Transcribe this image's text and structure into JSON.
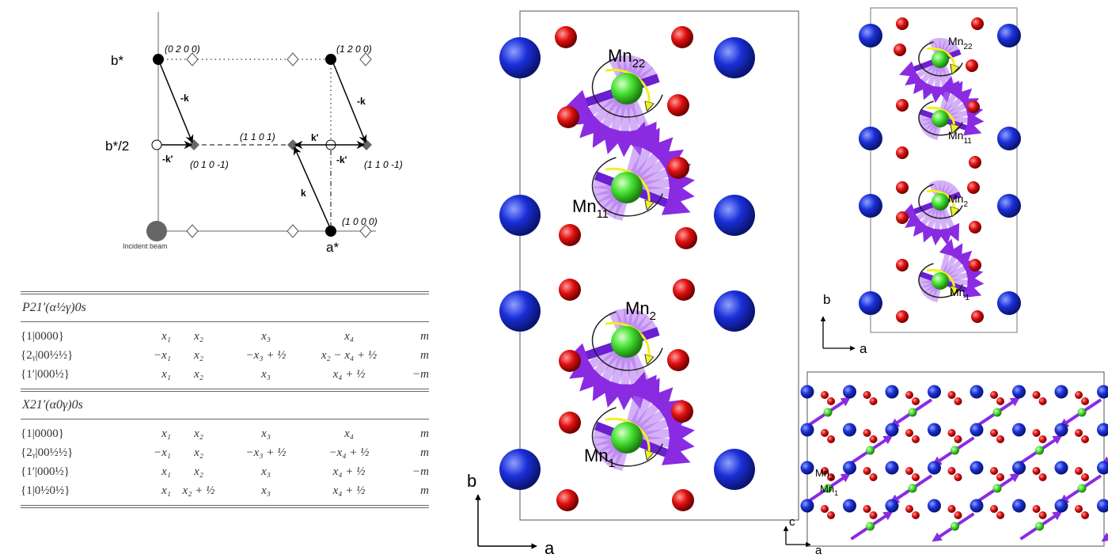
{
  "reciprocal_diagram": {
    "axis_labels": {
      "b_star": "b*",
      "b_star_half": "b*/2",
      "a_star": "a*"
    },
    "reflections": {
      "r0200": "(0 2 0 0)",
      "r1200": "(1 2 0 0)",
      "r1101": "(1 1 0 1)",
      "r010m1": "(0 1 0 -1)",
      "r110m1": "(1 1 0 -1)",
      "r1000": "(1 0 0 0)"
    },
    "vectors": {
      "minus_k": "-k",
      "k": "k",
      "k_prime": "k'",
      "minus_k_prime": "-k'"
    },
    "incident_beam": "Incident beam"
  },
  "table": {
    "groups": [
      {
        "title": "P21′(α½γ)0s",
        "rows": [
          [
            "{1|0000}",
            "x₁",
            "x₂",
            "x₃",
            "x₄",
            "m"
          ],
          [
            "{2ᵧ|00½½}",
            "−x₁",
            "x₂",
            "−x₃ + ½",
            "x₂ − x₄ + ½",
            "m"
          ],
          [
            "{1′|000½}",
            "x₁",
            "x₂",
            "x₃",
            "x₄ + ½",
            "−m"
          ]
        ]
      },
      {
        "title": "X21′(α0γ)0s",
        "rows": [
          [
            "{1|0000}",
            "x₁",
            "x₂",
            "x₃",
            "x₄",
            "m"
          ],
          [
            "{2ᵧ|00½½}",
            "−x₁",
            "x₂",
            "−x₃ + ½",
            "−x₄ + ½",
            "m"
          ],
          [
            "{1′|000½}",
            "x₁",
            "x₂",
            "x₃",
            "x₄ + ½",
            "−m"
          ],
          [
            "{1|0½0½}",
            "x₁",
            "x₂ + ½",
            "x₃",
            "x₄ + ½",
            "m"
          ]
        ]
      }
    ]
  },
  "structure_middle": {
    "labels": {
      "mn22": "Mn",
      "mn22_sub": "22",
      "mn11": "Mn",
      "mn11_sub": "11",
      "mn2": "Mn",
      "mn2_sub": "2",
      "mn1": "Mn",
      "mn1_sub": "1"
    },
    "axes": {
      "b": "b",
      "a": "a"
    }
  },
  "structure_top_right": {
    "labels": {
      "mn22": "Mn",
      "mn22_sub": "22",
      "mn11": "Mn",
      "mn11_sub": "11",
      "mn2": "Mn",
      "mn2_sub": "2",
      "mn1": "Mn",
      "mn1_sub": "1"
    },
    "axes": {
      "b": "b",
      "a": "a"
    }
  },
  "structure_bottom_right": {
    "labels": {
      "mn2": "Mn",
      "mn2_sub": "2",
      "mn1": "Mn",
      "mn1_sub": "1"
    },
    "axes": {
      "c": "c",
      "a": "a"
    }
  },
  "colors": {
    "mn_atom": "#44e030",
    "blue_atom": "#1a2fd8",
    "red_atom": "#e01010",
    "moment": "#8a2be2",
    "rotation_arrow": "#f0f020"
  }
}
